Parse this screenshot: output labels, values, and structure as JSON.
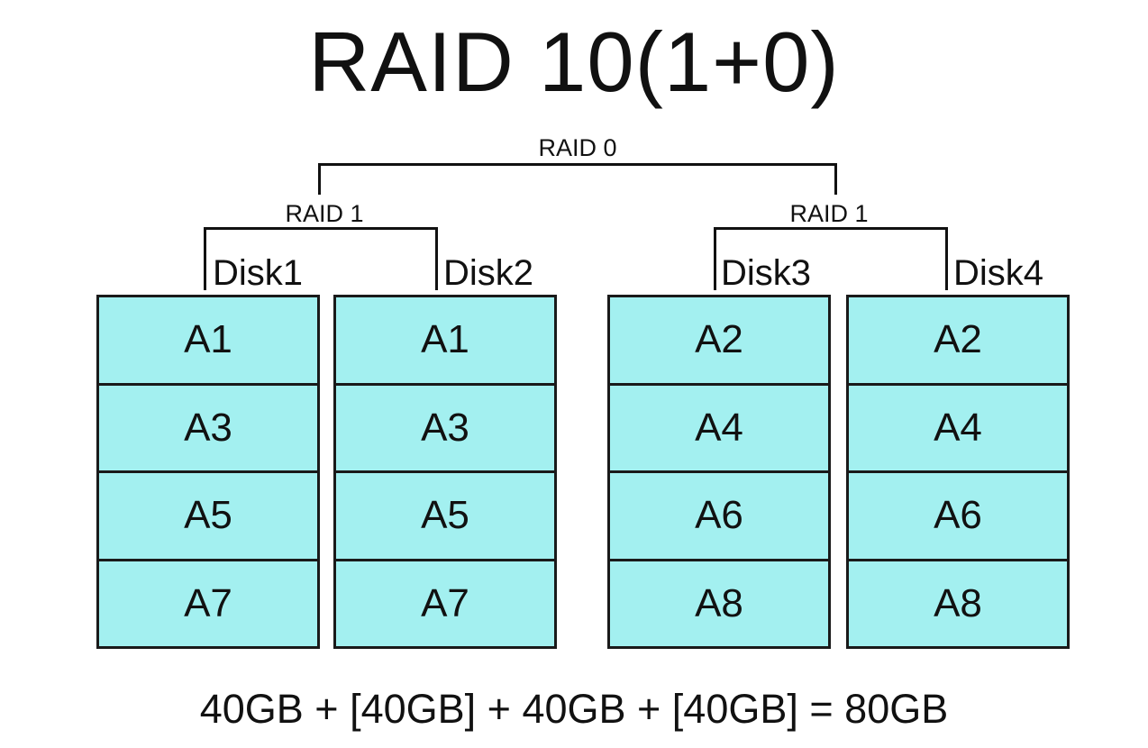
{
  "title": "RAID 10(1+0)",
  "raid0_label": "RAID 0",
  "mirrors": [
    {
      "label": "RAID 1"
    },
    {
      "label": "RAID 1"
    }
  ],
  "disks": [
    {
      "label": "Disk1",
      "blocks": [
        "A1",
        "A3",
        "A5",
        "A7"
      ]
    },
    {
      "label": "Disk2",
      "blocks": [
        "A1",
        "A3",
        "A5",
        "A7"
      ]
    },
    {
      "label": "Disk3",
      "blocks": [
        "A2",
        "A4",
        "A6",
        "A8"
      ]
    },
    {
      "label": "Disk4",
      "blocks": [
        "A2",
        "A4",
        "A6",
        "A8"
      ]
    }
  ],
  "formula": "40GB + [40GB] + 40GB + [40GB] = 80GB",
  "colors": {
    "block_fill": "#a3f0f0",
    "stroke": "#1a1a1a"
  }
}
